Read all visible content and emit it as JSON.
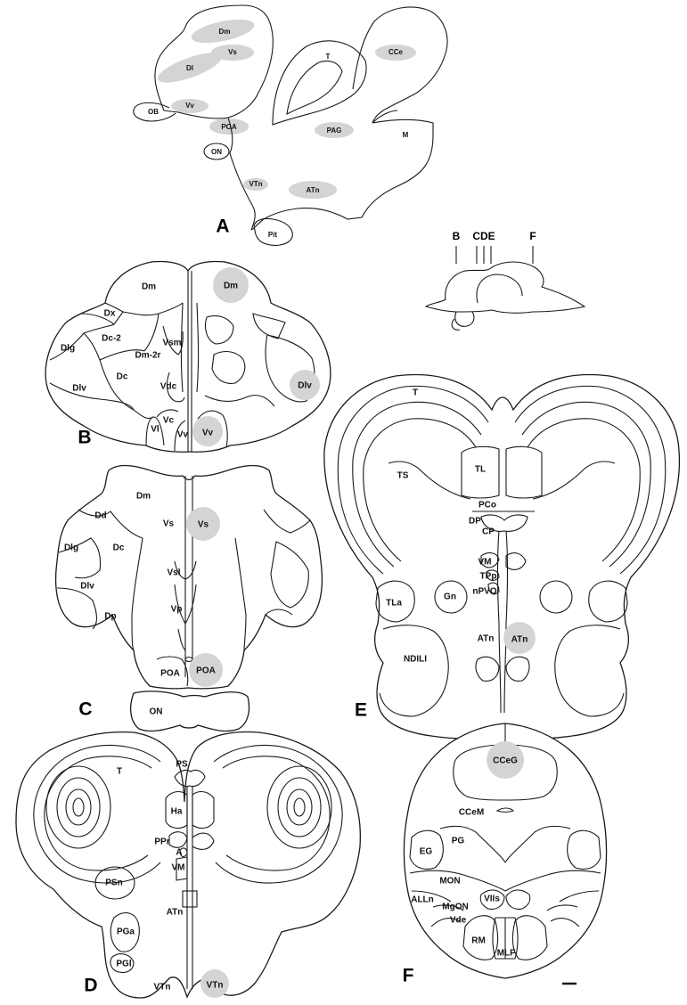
{
  "panels": {
    "A": {
      "letter": "A",
      "labels": {
        "dm": "Dm",
        "vs": "Vs",
        "dl": "Dl",
        "vv": "Vv",
        "ob": "OB",
        "poa": "POA",
        "on": "ON",
        "vtn": "VTn",
        "pit": "Pit",
        "t": "T",
        "cce": "CCe",
        "pag": "PAG",
        "m": "M",
        "atn": "ATn"
      }
    },
    "B": {
      "letter": "B",
      "labels": {
        "dm": "Dm",
        "dm_r": "Dm",
        "dx": "Dx",
        "dc2": "Dc-2",
        "dlg": "Dlg",
        "dm2r": "Dm-2r",
        "vsm": "Vsm",
        "dc": "Dc",
        "vdc": "Vdc",
        "dlv": "Dlv",
        "dlv_r": "Dlv",
        "vl": "Vl",
        "vc": "Vc",
        "vv": "Vv",
        "vv_r": "Vv"
      }
    },
    "C": {
      "letter": "C",
      "labels": {
        "dm": "Dm",
        "dd": "Dd",
        "vs": "Vs",
        "vs_r": "Vs",
        "dlg": "Dlg",
        "dc": "Dc",
        "vsl": "Vsl",
        "dlv": "Dlv",
        "vp": "Vp",
        "dp": "Dp",
        "poa": "POA",
        "poa_r": "POA",
        "on": "ON"
      }
    },
    "D": {
      "letter": "D",
      "labels": {
        "t": "T",
        "ps": "PS",
        "ha": "Ha",
        "ppr": "PPr",
        "a": "A",
        "vm": "VM",
        "psn": "PSn",
        "pga": "PGa",
        "atn": "ATn",
        "pgl": "PGl",
        "vtn": "VTn",
        "vtn_r": "VTn"
      }
    },
    "E": {
      "letter": "E",
      "labels": {
        "t": "T",
        "ts": "TS",
        "tl": "TL",
        "pco": "PCo",
        "dp": "DP",
        "cp": "CP",
        "vm": "VM",
        "tpp": "TPp",
        "npvo": "nPVO",
        "tla": "TLa",
        "gn": "Gn",
        "atn": "ATn",
        "atn_r": "ATn",
        "ndili": "NDILI"
      }
    },
    "F": {
      "letter": "F",
      "labels": {
        "cceg": "CCeG",
        "ccem": "CCeM",
        "pg": "PG",
        "eg": "EG",
        "mon": "MON",
        "allin": "ALLn",
        "mgon": "MgON",
        "viis": "VIIs",
        "vde": "Vde",
        "rm": "RM",
        "mlf": "MLF"
      }
    }
  },
  "inset": {
    "markers": [
      "B",
      "CDE",
      "F"
    ]
  },
  "colors": {
    "highlight": "#d4d4d4",
    "outline": "#1a1a1a",
    "background": "#ffffff"
  }
}
